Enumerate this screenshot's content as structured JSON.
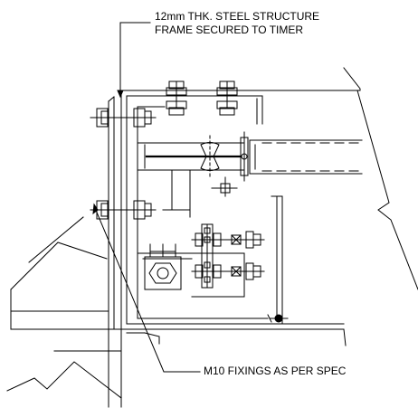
{
  "annotations": {
    "top_line1": "12mm THK. STEEL STRUCTURE",
    "top_line2": "FRAME SECURED TO TIMER",
    "bottom": "M10 FIXINGS AS PER SPEC"
  },
  "colors": {
    "line": "#000000",
    "background": "#ffffff"
  }
}
